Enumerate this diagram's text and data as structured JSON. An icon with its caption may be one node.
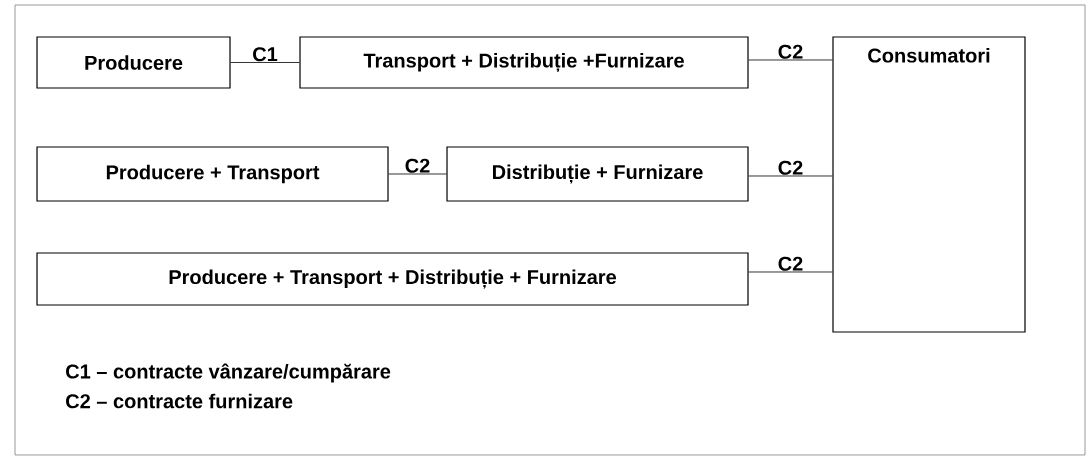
{
  "diagram": {
    "nodes": [
      {
        "text": [
          "Producere"
        ]
      },
      {
        "text": [
          "Transport + Distribuție +Furnizare"
        ]
      },
      {
        "text": [
          "Consumatori"
        ]
      },
      {
        "text": [
          "Producere + Transport"
        ]
      },
      {
        "text": [
          "Distribuție + Furnizare"
        ]
      },
      {
        "text": [
          "Producere + Transport + Distribuție + Furnizare"
        ]
      }
    ],
    "edges": [
      {
        "from": 0,
        "to": 1,
        "arrow": "none",
        "label": "C1"
      },
      {
        "from": 1,
        "to": 2,
        "arrow": "none",
        "label": "C2"
      },
      {
        "from": 3,
        "to": 4,
        "arrow": "none",
        "label": "C2"
      },
      {
        "from": 4,
        "to": 2,
        "arrow": "none",
        "label": "C2"
      },
      {
        "from": 5,
        "to": 2,
        "arrow": "none",
        "label": "C2"
      }
    ],
    "labels": [
      "C1 – contracte vânzare/cumpărare",
      "C2 – contracte furnizare"
    ]
  }
}
